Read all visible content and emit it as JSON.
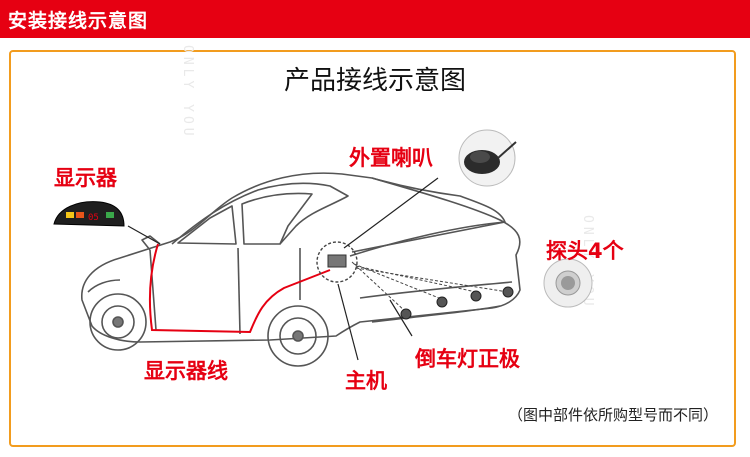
{
  "header": {
    "title": "安装接线示意图"
  },
  "diagram": {
    "title": "产品接线示意图",
    "labels": {
      "display": "显示器",
      "speaker": "外置喇叭",
      "sensors": "探头4个",
      "display_wire": "显示器线",
      "reverse_light": "倒车灯正极",
      "host": "主机"
    },
    "display_readout": "05",
    "note": "（图中部件依所购型号而不同）"
  },
  "colors": {
    "accent": "#e60012",
    "frame": "#f29c1e",
    "wire": "#e60012"
  }
}
